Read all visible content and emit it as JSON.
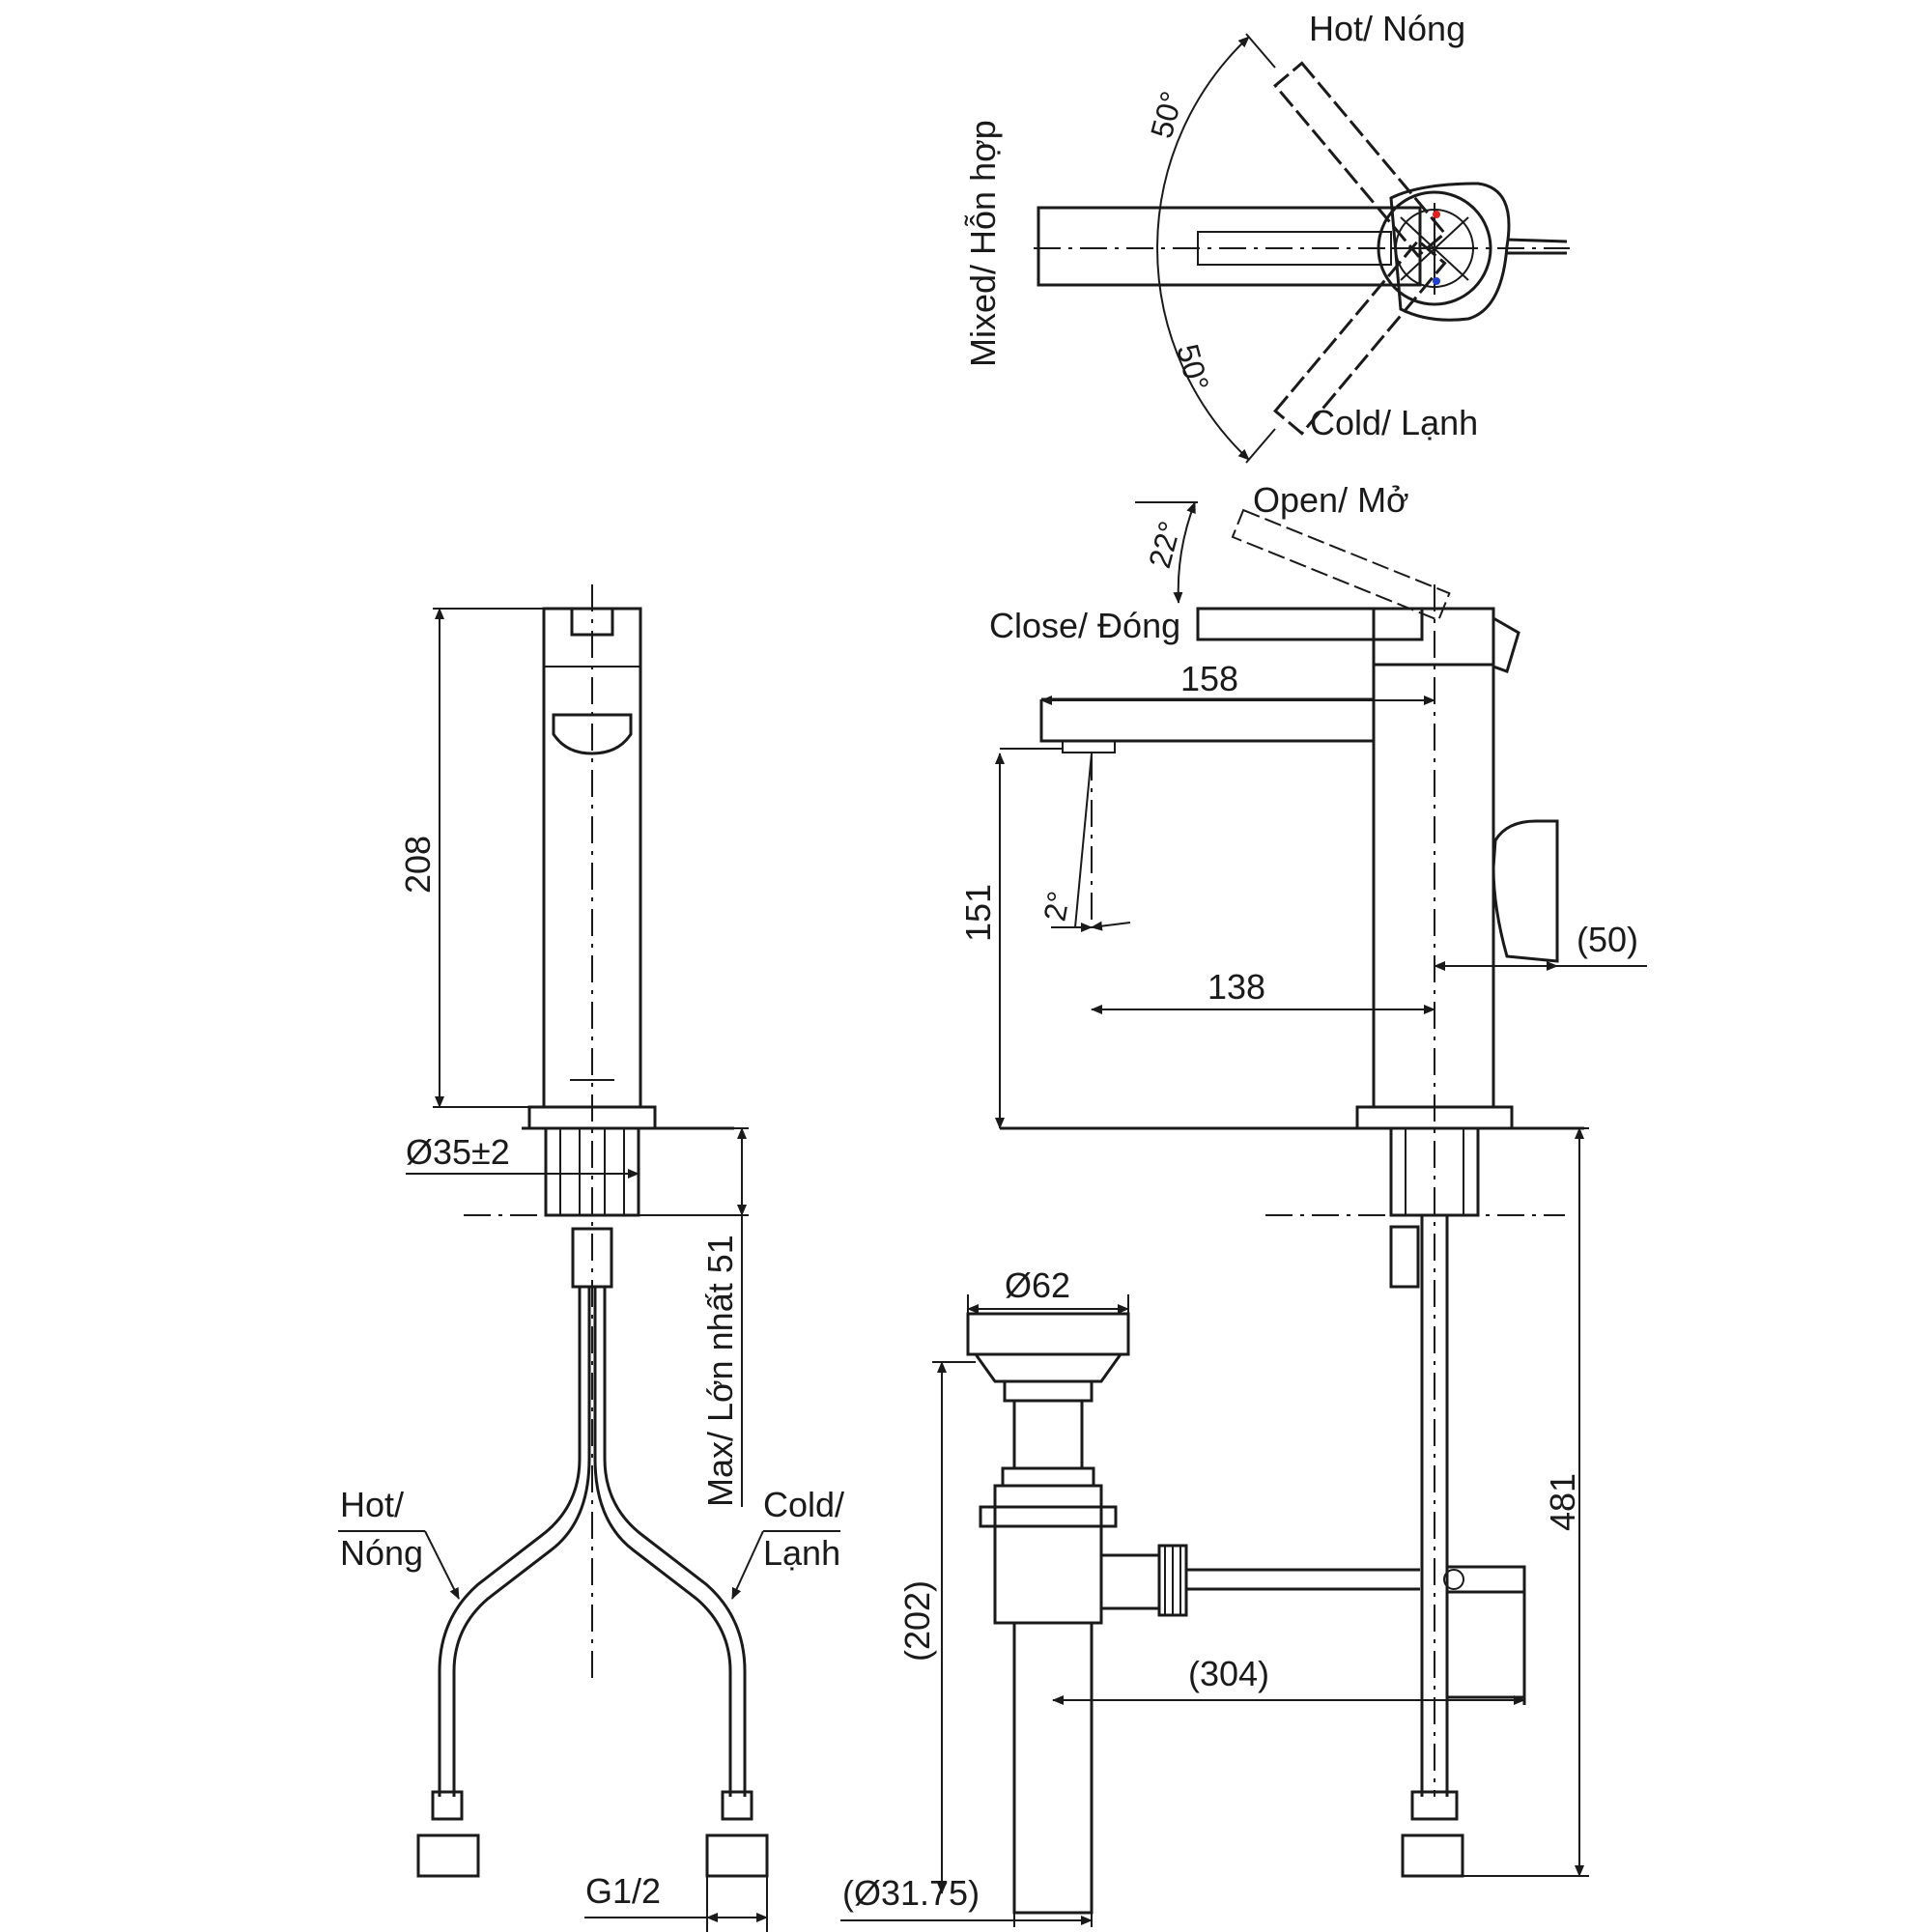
{
  "top_view": {
    "hot": "Hot/ Nóng",
    "cold": "Cold/ Lạnh",
    "mixed": "Mixed/ Hỗn hợp",
    "angle_hot": "50°",
    "angle_cold": "50°",
    "hot_marker_color": "#e0201c",
    "cold_marker_color": "#1f3fd1"
  },
  "side_view": {
    "open": "Open/ Mở",
    "close": "Close/ Đóng",
    "angle_lever": "22°",
    "angle_flow": "2°",
    "dim_spout_length": "158",
    "dim_spout_height": "151",
    "dim_outlet_to_center": "138",
    "dim_lever": "(50)",
    "dim_total_height": "481",
    "dim_drain_depth": "(202)",
    "dim_trap_length": "(304)",
    "dim_drain_cap": "Ø62",
    "dim_drain_pipe": "(Ø31.75)"
  },
  "front_view": {
    "dim_body_height": "208",
    "dim_hole": "Ø35±2",
    "dim_max_thickness": "Max/ Lớn nhất 51",
    "hot_line1": "Hot/",
    "hot_line2": "Nóng",
    "cold_line1": "Cold/",
    "cold_line2": "Lạnh",
    "thread": "G1/2"
  }
}
